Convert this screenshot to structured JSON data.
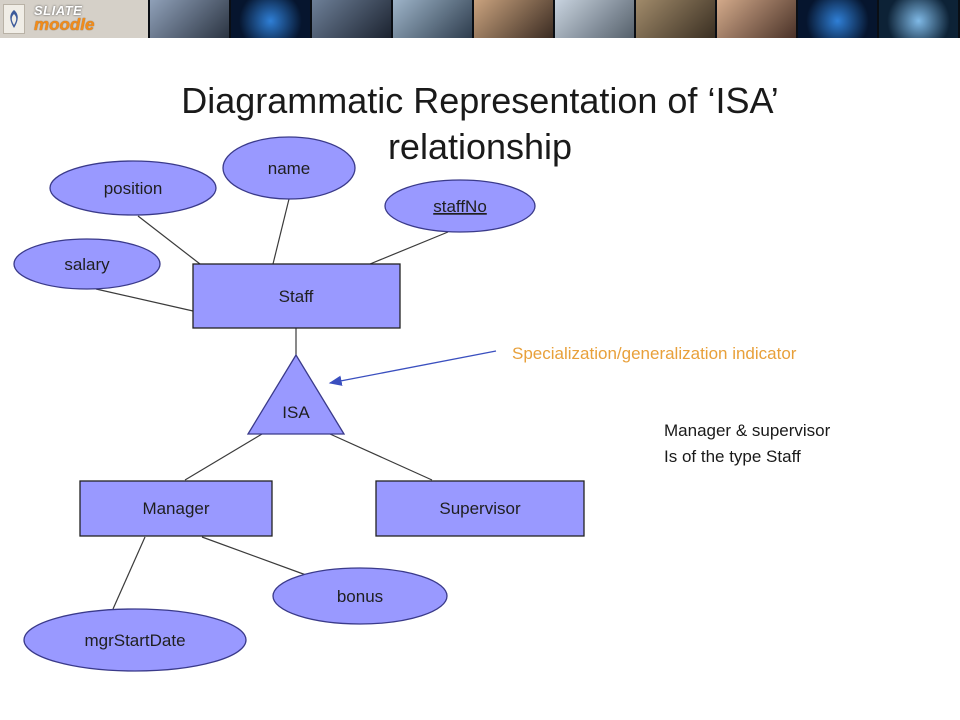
{
  "banner": {
    "brand_line1": "SLIATE",
    "brand_line2": "moodle",
    "photo_strip": [
      "robot-figure",
      "earth-globe",
      "lecture-audience",
      "computer-lab",
      "student-at-desk",
      "laptop-user",
      "classroom",
      "portrait",
      "earth-globe",
      "cyborg-eye"
    ]
  },
  "slide": {
    "title_line1": "Diagrammatic Representation of ‘ISA’",
    "title_line2": "relationship",
    "indicator_label": "Specialization/generalization indicator",
    "note_line1": "Manager & supervisor",
    "note_line2": "Is of the type Staff"
  },
  "diagram": {
    "entities": {
      "staff": "Staff",
      "manager": "Manager",
      "supervisor": "Supervisor"
    },
    "attributes": {
      "position": "position",
      "name": "name",
      "staffNo": "staffNo",
      "salary": "salary",
      "bonus": "bonus",
      "mgrStartDate": "mgrStartDate"
    },
    "isa_label": "ISA",
    "key_attribute": "staffNo"
  },
  "colors": {
    "shape_fill": "#9999ff",
    "shape_stroke": "#3a3a8a",
    "indicator_text": "#e8a03a",
    "arrow": "#3a4fbf",
    "banner_bg": "#0a0e14"
  }
}
